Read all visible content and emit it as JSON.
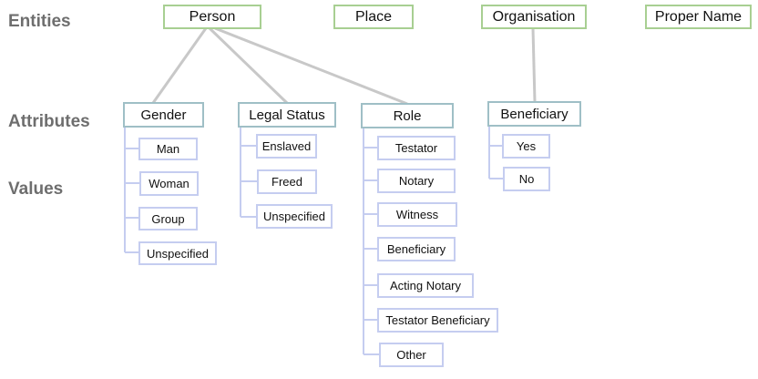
{
  "row_labels": {
    "entities": "Entities",
    "attributes": "Attributes",
    "values": "Values"
  },
  "entities": {
    "person": "Person",
    "place": "Place",
    "organisation": "Organisation",
    "proper_name": "Proper Name"
  },
  "attributes": {
    "gender": "Gender",
    "legal_status": "Legal Status",
    "role": "Role",
    "beneficiary": "Beneficiary"
  },
  "values": {
    "gender": [
      "Man",
      "Woman",
      "Group",
      "Unspecified"
    ],
    "legal_status": [
      "Enslaved",
      "Freed",
      "Unspecified"
    ],
    "role": [
      "Testator",
      "Notary",
      "Witness",
      "Beneficiary",
      "Acting Notary",
      "Testator Beneficiary",
      "Other"
    ],
    "beneficiary": [
      "Yes",
      "No"
    ]
  },
  "colors": {
    "entity_border": "#a8cf92",
    "attribute_border": "#9fbfc6",
    "value_border": "#c5cdf0",
    "connector": "#c8c8c8",
    "label_text": "#6e6e6e"
  }
}
